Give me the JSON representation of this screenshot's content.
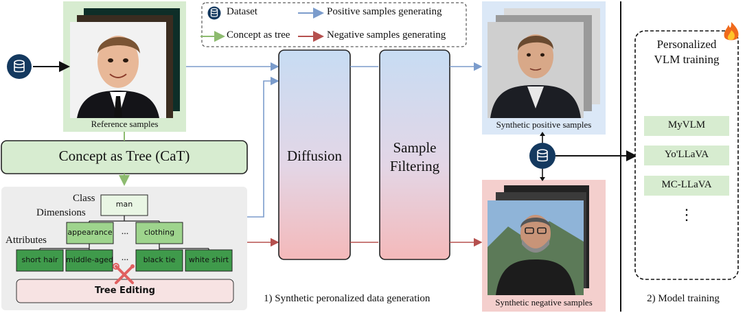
{
  "legend": {
    "dataset": "Dataset",
    "positive": "Positive samples generating",
    "concept_tree": "Concept as tree",
    "negative": "Negative samples generating"
  },
  "reference": {
    "caption": "Reference samples"
  },
  "cat": {
    "title": "Concept as Tree (CaT)"
  },
  "tree": {
    "class_label": "Class",
    "dimensions_label": "Dimensions",
    "attributes_label": "Attributes",
    "class_node": "man",
    "dim_nodes": [
      "appearance",
      "clothing"
    ],
    "dim_ellipsis": "...",
    "attr_nodes": [
      "short hair",
      "middle-aged",
      "black tie",
      "white shirt"
    ],
    "attr_ellipsis": "...",
    "editing": "Tree Editing"
  },
  "diffusion": {
    "label": "Diffusion"
  },
  "filtering": {
    "line1": "Sample",
    "line2": "Filtering"
  },
  "positive": {
    "caption": "Synthetic positive samples"
  },
  "negative": {
    "caption": "Synthetic negative samples"
  },
  "stage1": {
    "caption": "1) Synthetic peronalized data generation"
  },
  "training": {
    "title_line1": "Personalized",
    "title_line2": "VLM training",
    "models": [
      "MyVLM",
      "Yo'LLaVA",
      "MC-LLaVA"
    ],
    "ellipsis": "⋮",
    "caption": "2) Model training"
  },
  "colors": {
    "positive_arrow": "#7b9ccc",
    "negative_arrow": "#b5504e",
    "tree_arrow": "#8dbb6f",
    "ref_bg": "#d7ecd0",
    "cat_bg": "#d7ecd0",
    "dataset_icon": "#14395f",
    "attr_node": "#3f9a4b",
    "dim_node": "#9ed48d"
  }
}
